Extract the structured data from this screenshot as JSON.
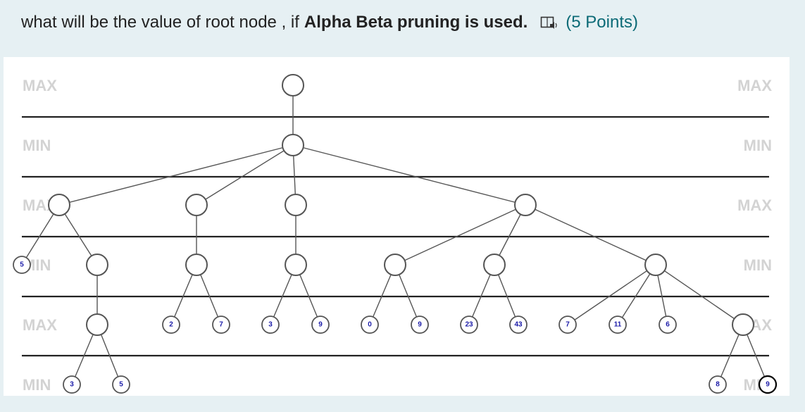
{
  "question": {
    "text": "what will be the value of root node , if",
    "bold": "Alpha Beta pruning is used.",
    "points": "(5 Points)"
  },
  "reader_icon": "immersive-reader-icon",
  "colors": {
    "points_text": "#0b6a76",
    "leaf_value_text": "#1a1aa8",
    "level_label": "#d3d3d3",
    "background": "#e6f0f3"
  },
  "tree": {
    "levels": [
      "MAX",
      "MIN",
      "MAX",
      "MIN",
      "MAX",
      "MIN"
    ],
    "leaf_values": [
      "5",
      "2",
      "7",
      "3",
      "9",
      "0",
      "9",
      "23",
      "43",
      "7",
      "11",
      "6",
      "3",
      "5",
      "8",
      "9"
    ]
  }
}
